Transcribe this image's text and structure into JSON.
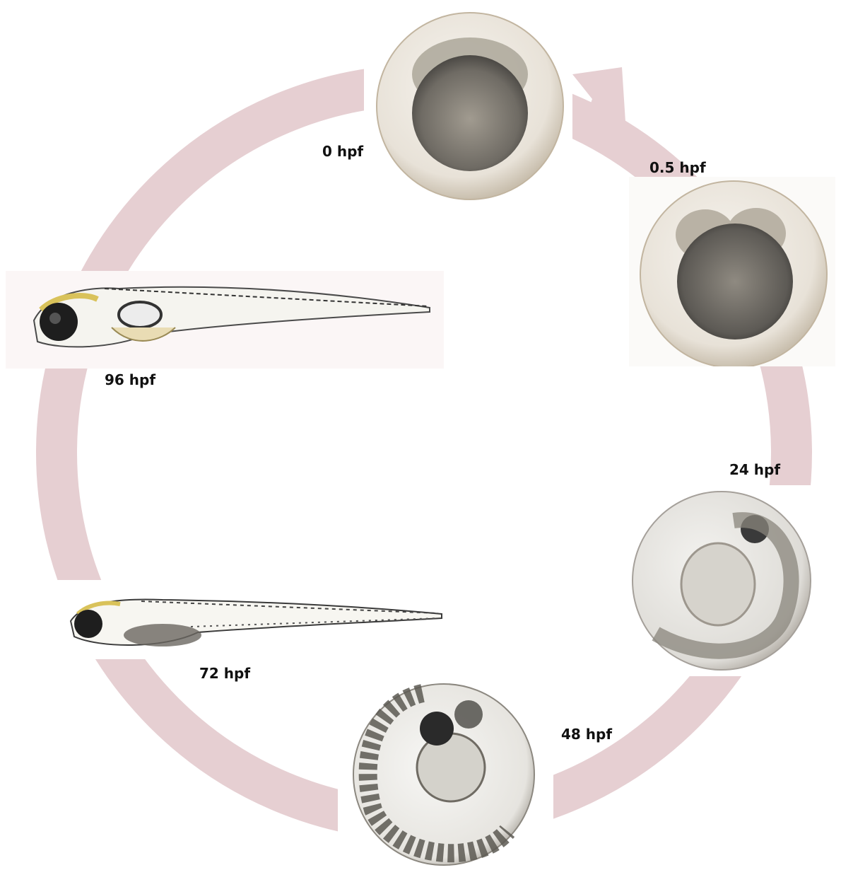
{
  "colors": {
    "arrow": "#e6cfd2",
    "background": "#ffffff",
    "egg_membrane": "#e9e4dc",
    "yolk": "#7b776f",
    "pigment": "#2b2b2b",
    "larva_yellow": "#d9c25a"
  },
  "stages": [
    {
      "id": "0hpf",
      "label": "0 hpf"
    },
    {
      "id": "0.5hpf",
      "label": "0.5 hpf"
    },
    {
      "id": "24hpf",
      "label": "24 hpf"
    },
    {
      "id": "48hpf",
      "label": "48 hpf"
    },
    {
      "id": "72hpf",
      "label": "72 hpf"
    },
    {
      "id": "96hpf",
      "label": "96 hpf"
    }
  ]
}
